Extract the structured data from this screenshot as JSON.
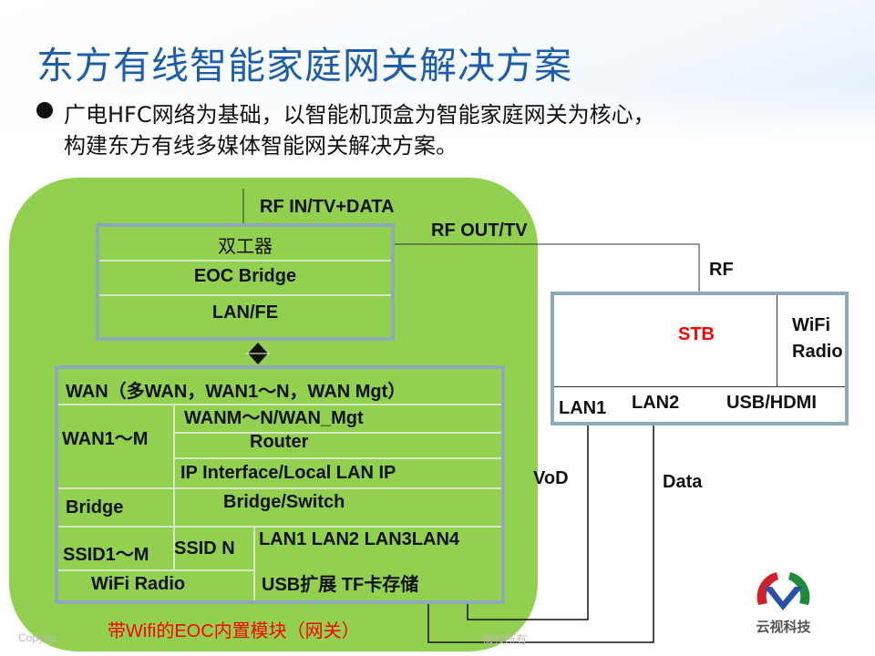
{
  "title": "东方有线智能家庭网关解决方案",
  "bullet": {
    "line1": "广电HFC网络为基础，以智能机顶盒为智能家庭网关为核心，",
    "line2": "构建东方有线多媒体智能网关解决方案。"
  },
  "diagram": {
    "rf_in": "RF IN/TV+DATA",
    "rf_out": "RF OUT/TV",
    "rf": "RF",
    "top_box": [
      "双工器",
      "EOC Bridge",
      "LAN/FE"
    ],
    "module": {
      "wan": "WAN（多WAN，WAN1～N，WAN Mgt）",
      "wan1m": "WAN1～M",
      "wanmn": "WANM～N/WAN_Mgt",
      "router": "Router",
      "ip": "IP  Interface/Local LAN IP",
      "bridge": "Bridge",
      "bridge_switch": "Bridge/Switch",
      "ssid1m": "SSID1～M",
      "ssidn": "SSID N",
      "lans": "LAN1 LAN2 LAN3LAN4",
      "wifi": "WiFi Radio",
      "usb": "USB扩展  TF卡存储"
    },
    "module_caption": "带Wifi的EOC内置模块（网关）",
    "stb": {
      "name": "STB",
      "wifi1": "WiFi",
      "wifi2": "Radio",
      "lan1": "LAN1",
      "lan2": "LAN2",
      "usb": "USB/HDMI"
    },
    "vod": "VoD",
    "data": "Data"
  },
  "footer": {
    "copyright": "Copyrig",
    "rights": "版权所有"
  },
  "logo": {
    "text": "云视科技"
  },
  "colors": {
    "title": "#1e5ea8",
    "green": "#92d050",
    "red": "#ff0000",
    "border": "#8ea9b8"
  }
}
